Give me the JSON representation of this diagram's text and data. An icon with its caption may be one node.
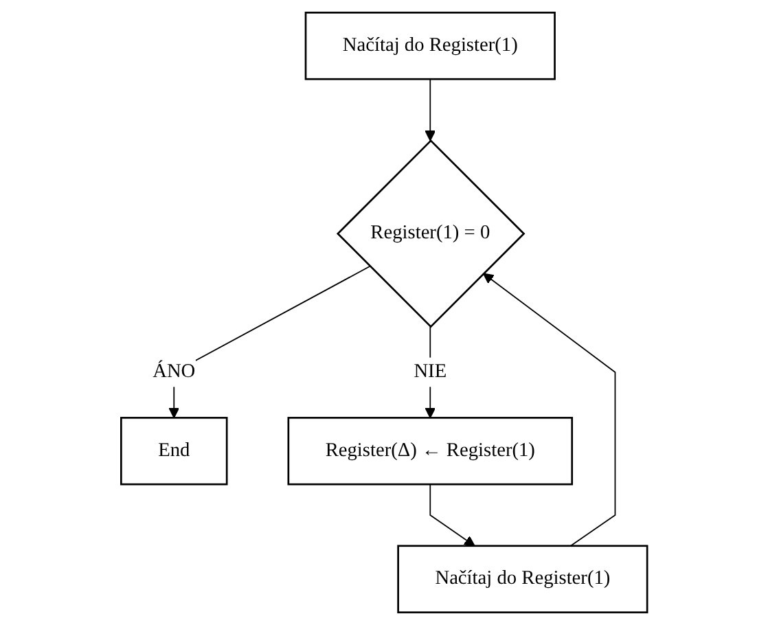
{
  "diagram": {
    "nodes": [
      {
        "text": [
          "Načítaj do Register(1)"
        ]
      },
      {
        "text": [
          "Register(1) = 0"
        ]
      },
      {
        "text": [
          "End"
        ]
      },
      {
        "text": [
          "Register(Δ) ← Register(1)"
        ]
      },
      {
        "text": [
          "Načítaj do Register(1)"
        ]
      }
    ],
    "edges": [
      {
        "from": 0,
        "to": 1,
        "arrow": "to"
      },
      {
        "from": 1,
        "to": 2,
        "label": "ÁNO",
        "arrow": "to"
      },
      {
        "from": 1,
        "to": 3,
        "label": "NIE",
        "arrow": "to"
      },
      {
        "from": 3,
        "to": 4,
        "arrow": "to"
      },
      {
        "from": 4,
        "to": 1,
        "arrow": "to"
      }
    ]
  }
}
